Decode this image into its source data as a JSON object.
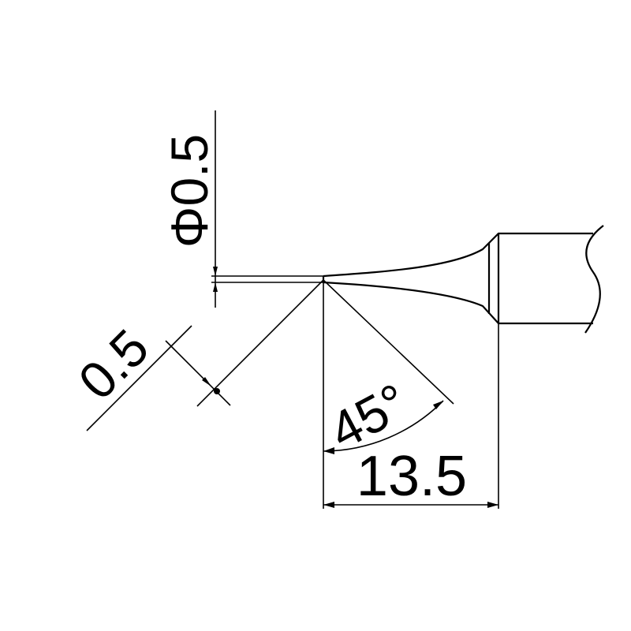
{
  "drawing": {
    "stroke_color": "#000000",
    "background_color": "#ffffff",
    "dimensions": {
      "diameter_label": "Φ0.5",
      "width_label": "0.5",
      "angle_label": "45°",
      "length_label": "13.5"
    }
  }
}
